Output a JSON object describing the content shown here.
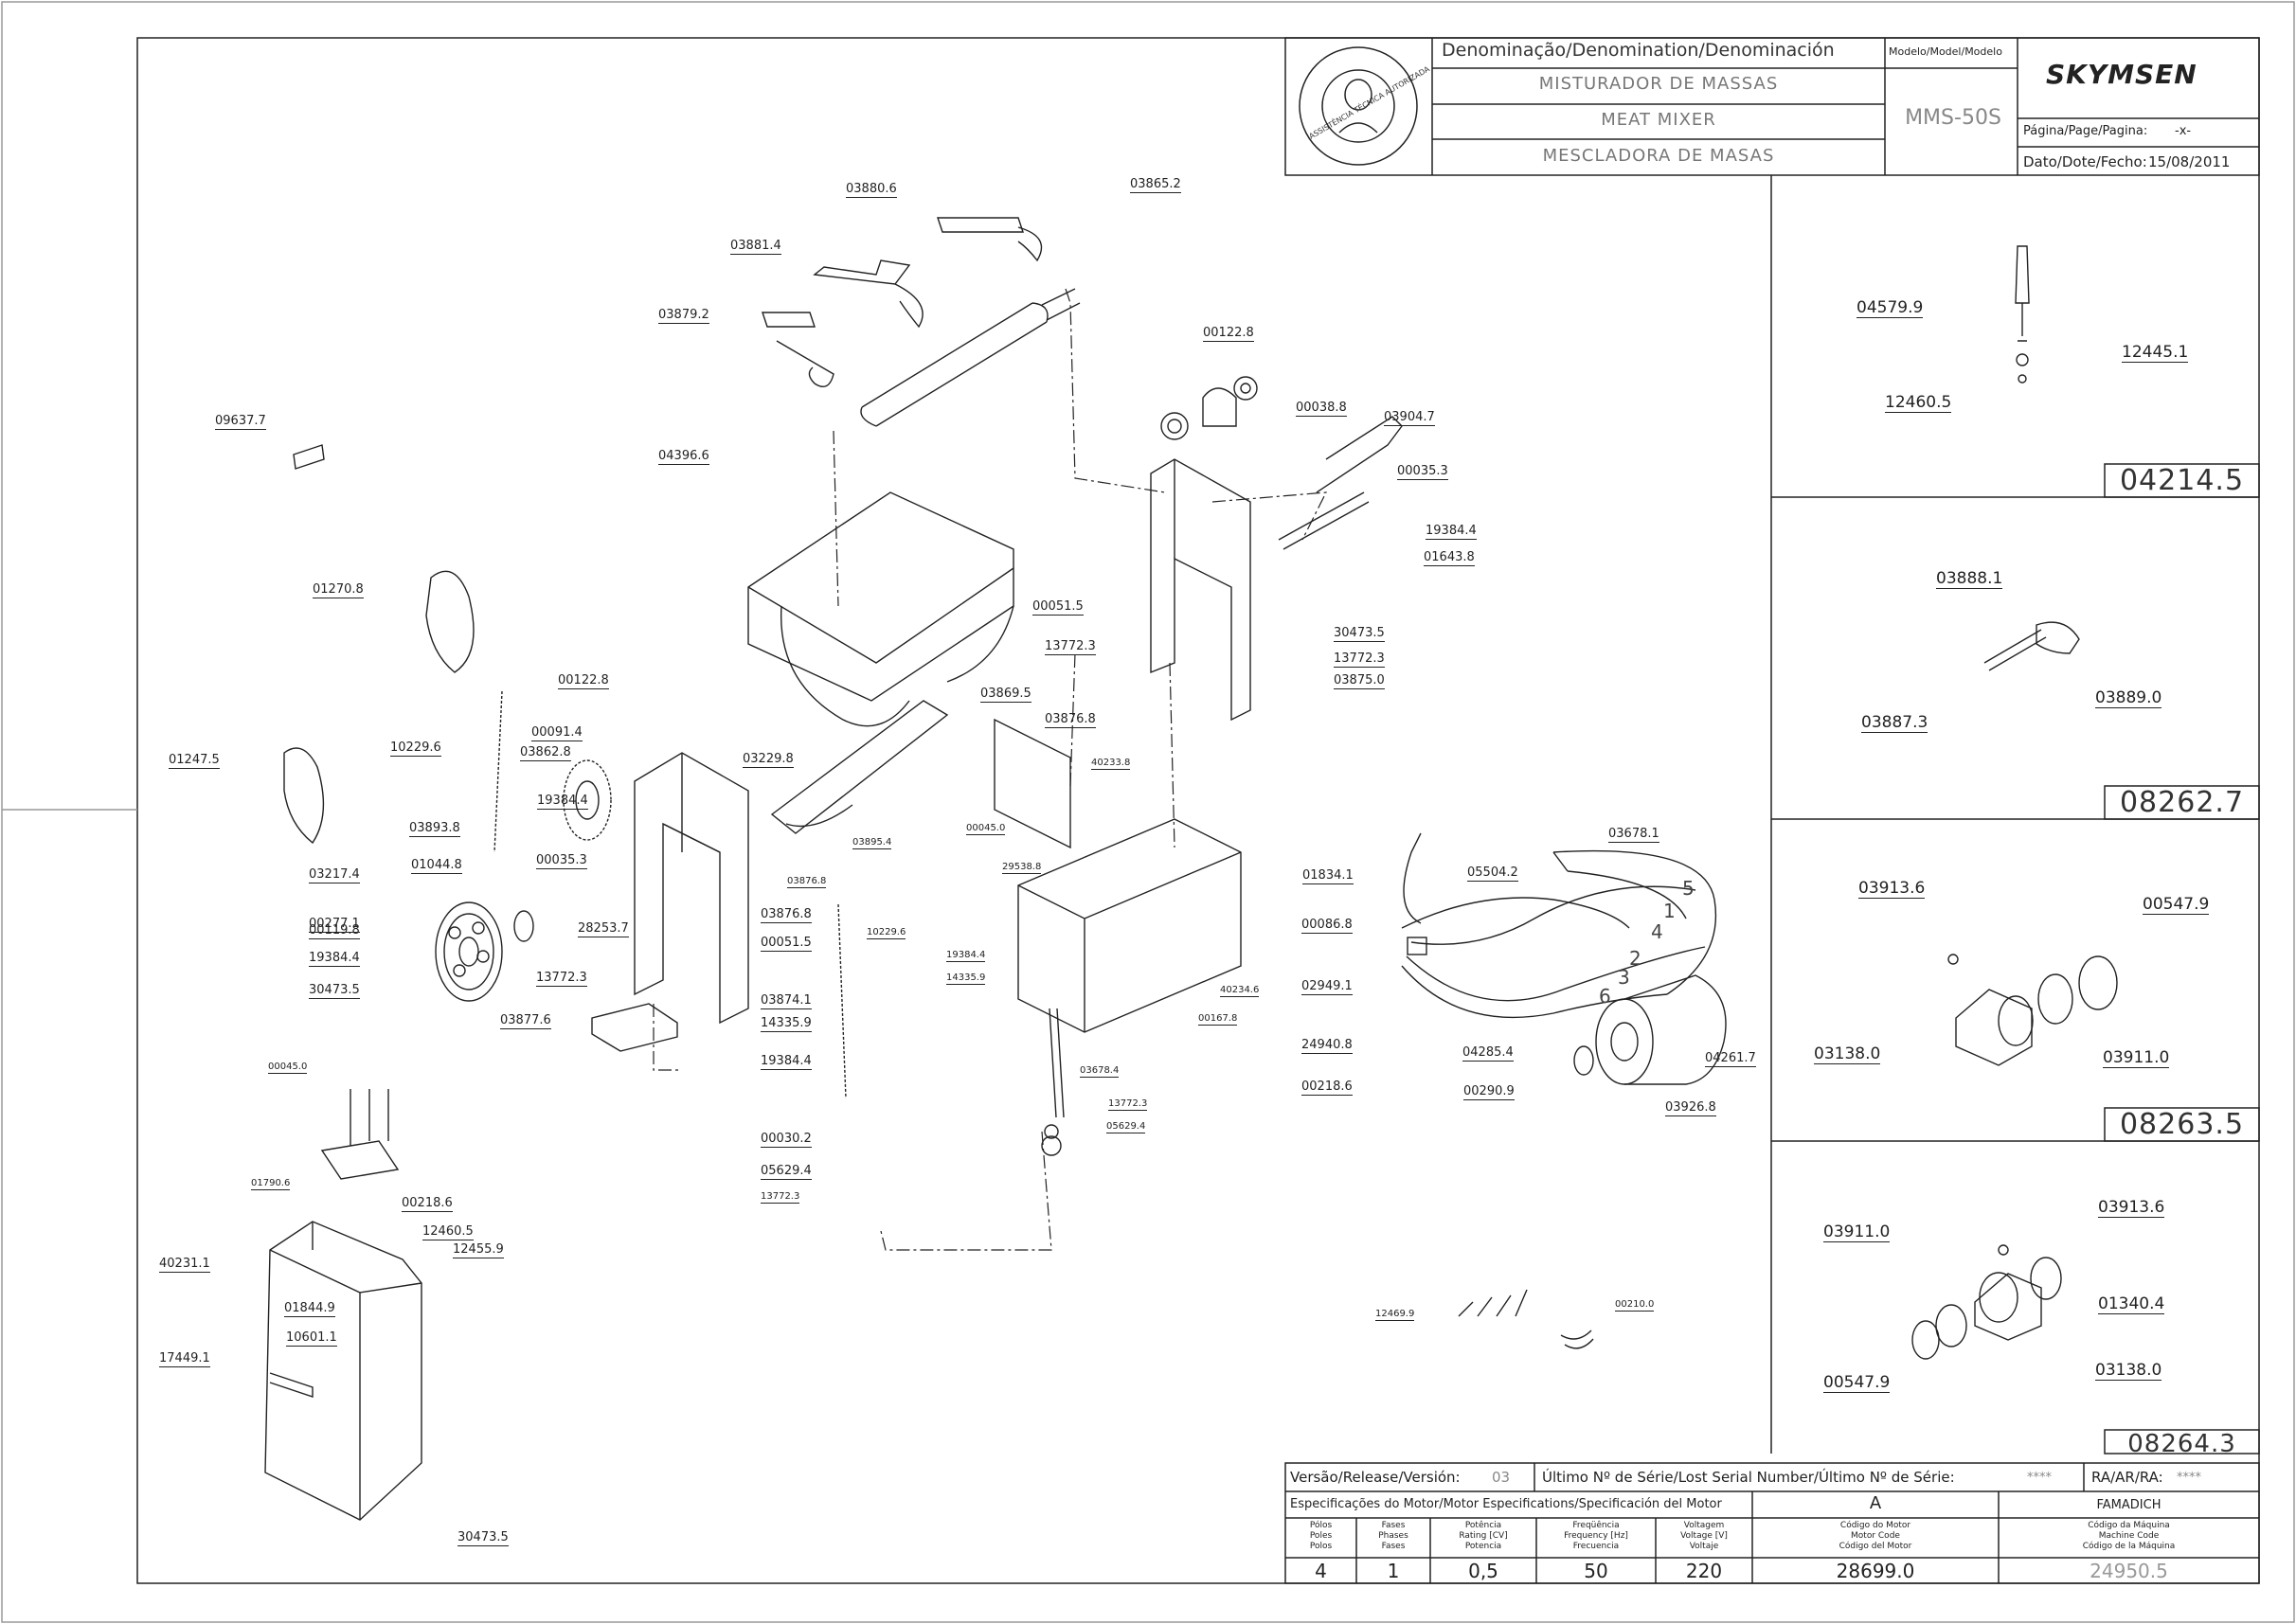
{
  "title_block": {
    "denomination_label": "Denominação/Denomination/Denominación",
    "names": [
      "MISTURADOR DE MASSAS",
      "MEAT MIXER",
      "MESCLADORA DE MASAS"
    ],
    "model_label": "Modelo/Model/Modelo",
    "model_value": "MMS-50S",
    "brand": "SKYMSEN",
    "page_label": "Página/Page/Pagina:",
    "page_value": "-x-",
    "date_label": "Dato/Dote/Fecho:",
    "date_value": "15/08/2011",
    "seal_text": "ASSISTÊNCIA TÉCNICA AUTORIZADA"
  },
  "callouts": [
    "03880.6",
    "03865.2",
    "03881.4",
    "03879.2",
    "04396.6",
    "09637.7",
    "00122.8",
    "00038.8",
    "03904.7",
    "00035.3",
    "19384.4",
    "01643.8",
    "00051.5",
    "30473.5",
    "13772.3",
    "03875.0",
    "13772.3",
    "03876.8",
    "03869.5",
    "01270.8",
    "00122.8",
    "00091.4",
    "03862.8",
    "03229.8",
    "10229.6",
    "01247.5",
    "03893.8",
    "19384.4",
    "00035.3",
    "01044.8",
    "03217.4",
    "00277.1",
    "00119.8",
    "19384.4",
    "30473.5",
    "28253.7",
    "13772.3",
    "03876.8",
    "00051.5",
    "03874.1",
    "14335.9",
    "19384.4",
    "03877.6",
    "00030.2",
    "05629.4",
    "13772.3",
    "03895.4",
    "03876.8",
    "40233.8",
    "00045.0",
    "29538.8",
    "10229.6",
    "19384.4",
    "14335.9",
    "40234.6",
    "00167.8",
    "03678.4",
    "13772.3",
    "05629.4",
    "00045.0",
    "01790.6",
    "00218.6",
    "12460.5",
    "12455.9",
    "40231.1",
    "01844.9",
    "10601.1",
    "17449.1",
    "30473.5",
    "01834.1",
    "05504.2",
    "03678.1",
    "00086.8",
    "02949.1",
    "24940.8",
    "00218.6",
    "04285.4",
    "00290.9",
    "04261.7",
    "03926.8",
    "12469.9",
    "00210.0"
  ],
  "wire_numbers": [
    "5",
    "1",
    "4",
    "2",
    "3",
    "6"
  ],
  "inserts": [
    {
      "code": "04214.5",
      "labels": [
        "04579.9",
        "12445.1",
        "12460.5"
      ]
    },
    {
      "code": "08262.7",
      "labels": [
        "03888.1",
        "03887.3",
        "03889.0"
      ]
    },
    {
      "code": "08263.5",
      "labels": [
        "03913.6",
        "00547.9",
        "03138.0",
        "03911.0"
      ]
    },
    {
      "code": "08264.3",
      "labels": [
        "03911.0",
        "03913.6",
        "01340.4",
        "03138.0",
        "00547.9"
      ]
    }
  ],
  "release": {
    "label": "Versão/Release/Versión:",
    "value": "03",
    "serial_label": "Último Nº de Série/Lost Serial Number/Último Nº de Série:",
    "serial_value": "****",
    "ra_label": "RA/AR/RA:",
    "ra_value": "****"
  },
  "motor_specs": {
    "header": "Especificações do Motor/Motor Especifications/Specificación del Motor",
    "code_letter": "A",
    "manufacturer": "FAMADICH",
    "columns": [
      {
        "label": "Pólos\nPoles\nPolos",
        "value": "4"
      },
      {
        "label": "Fases\nPhases\nFases",
        "value": "1"
      },
      {
        "label": "Potência\nRating [CV]\nPotencia",
        "value": "0,5"
      },
      {
        "label": "Freqüência\nFrequency [Hz]\nFrecuencia",
        "value": "50"
      },
      {
        "label": "Voltagem\nVoltage [V]\nVoltaje",
        "value": "220"
      },
      {
        "label": "Código do Motor\nMotor Code\nCódigo del Motor",
        "value": "28699.0"
      },
      {
        "label": "Código da Máquina\nMachine Code\nCódigo de la Máquina",
        "value": "24950.5"
      }
    ]
  }
}
